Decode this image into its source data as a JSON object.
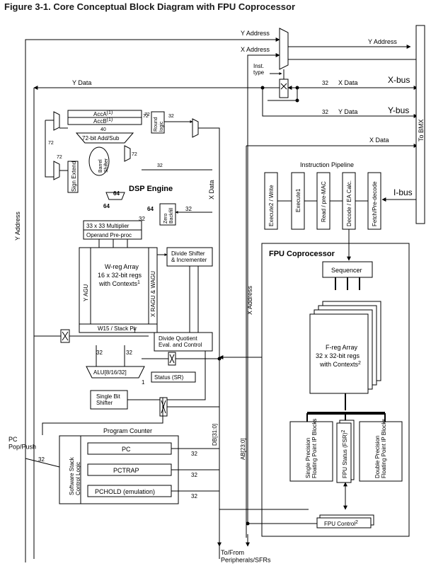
{
  "title": "Figure 3-1. Core Conceptual Block Diagram with FPU Coprocessor",
  "colors": {
    "line": "#000000",
    "background": "#ffffff",
    "title": "#1a1a1a"
  },
  "labels": {
    "y_address_top": "Y Address",
    "x_address_top": "X Address",
    "y_address_right": "Y Address",
    "inst_type": "Inst.\ntype",
    "y_data_left": "Y Data",
    "x_data_top": "X Data",
    "y_data_mid": "Y Data",
    "x_data_right": "X Data",
    "xbus": "X-bus",
    "ybus": "Y-bus",
    "ibus": "I-bus",
    "to_bmx": "To BMX",
    "y_address_vertical": "Y Address",
    "x_data_vertical": "X Data",
    "x_address_vertical": "X Address",
    "db": "DB[31:0]",
    "ab": "AB[23:0]",
    "to_from": "To/From\nPeripherals/SFRs",
    "pc_pop_push": "PC\nPop/Push"
  },
  "dsp": {
    "title": "DSP Engine",
    "acca": "AccA",
    "acca_sup": "(1)",
    "accb": "AccB",
    "accb_sup": "(1)",
    "add_sub": "72-bit Add/Sub",
    "round": "Round\nlogic",
    "barrel": "Barrel\nShifter",
    "sign_extend": "Sign Extend",
    "zero_backfill": "Zero\nBackfill",
    "multiplier": "33 x 33 Multiplier",
    "operand": "Operand Pre-proc"
  },
  "wreg": {
    "title": "W-reg Array",
    "line2": "16 x 32-bit regs",
    "line3": "with Contexts",
    "sup": "1",
    "w15": "W15 / Stack Ptr",
    "yagu": "Y AGU",
    "xragu": "X RAGU & WAGU"
  },
  "blocks": {
    "divide_shifter": "Divide Shifter\n& Incrementer",
    "divide_quotient": "Divide Quotient\nEval. and Control",
    "alu": "ALU[8/16/32]",
    "status": "Status (SR)",
    "single_bit": "Single Bit\nShifter"
  },
  "pipeline": {
    "title": "Instruction Pipeline",
    "stages": [
      "Execute2 / Write",
      "Execute1",
      "Read / pre-MAC",
      "Decode / EA Calc.",
      "Fetch/Pre-decode"
    ]
  },
  "fpu": {
    "title": "FPU Coprocessor",
    "sequencer": "Sequencer",
    "freg_title": "F-reg Array",
    "freg_line2": "32 x 32-bit regs",
    "freg_line3": "with Contexts",
    "freg_sup": "2",
    "single": "Single Precision\nFloating Point IP Blocks",
    "status": "FPU Status (FSR)",
    "status_sup": "2",
    "double": "Double Precision\nFloating Point IP Blocks",
    "control": "FPU Control",
    "control_sup": "2"
  },
  "pc_block": {
    "title": "Program Counter",
    "stack": "Software Stack\nControl Logic",
    "regs": [
      "PC",
      "PCTRAP",
      "PCHOLD (emulation)"
    ]
  },
  "bus_widths": {
    "w72": "72",
    "w40": "40",
    "w32": "32",
    "w64": "64",
    "w1": "1"
  }
}
